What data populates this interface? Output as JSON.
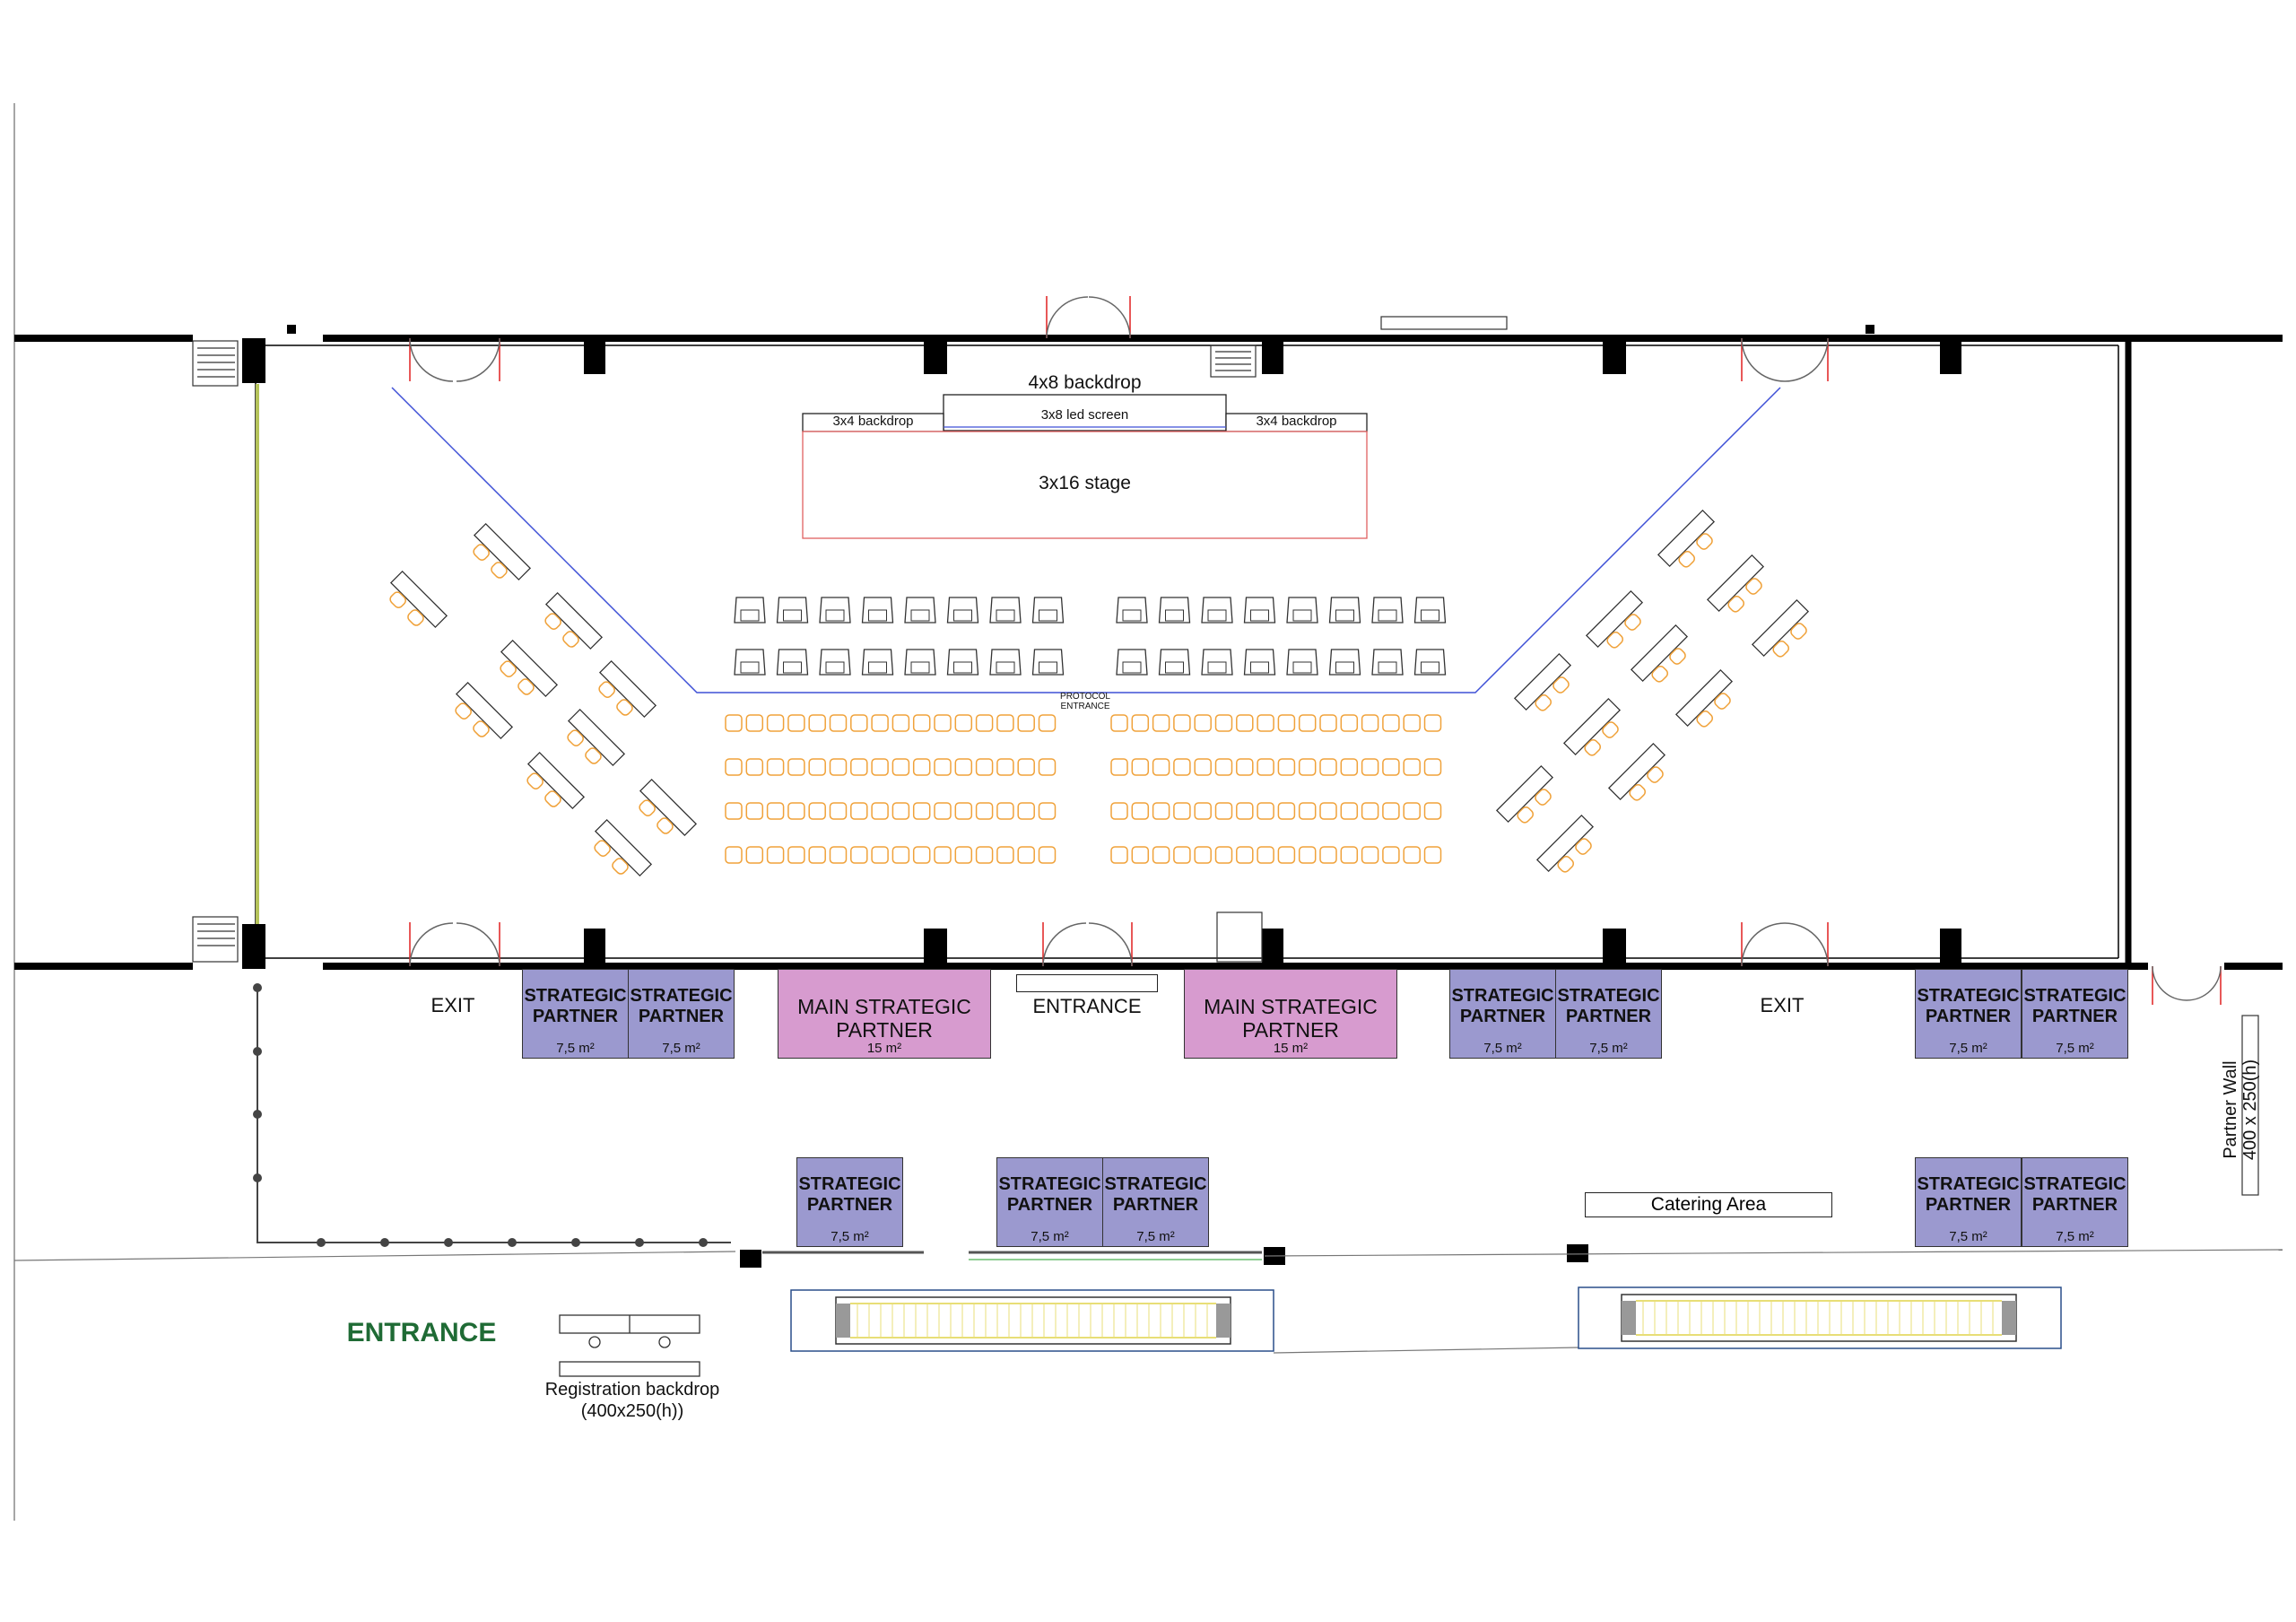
{
  "stage": {
    "backdrop_main": "4x8 backdrop",
    "led_screen": "3x8 led screen",
    "backdrop_left": "3x4 backdrop",
    "backdrop_right": "3x4 backdrop",
    "stage_label": "3x16 stage"
  },
  "protocol_entrance": "PROTOCOL\nENTRANCE",
  "labels": {
    "exit_left": "EXIT",
    "exit_right": "EXIT",
    "entrance_center": "ENTRANCE",
    "entrance_main": "ENTRANCE",
    "catering": "Catering Area",
    "registration": "Registration backdrop\n(400x250(h))",
    "partner_wall": "Partner Wall\n400 x 250(h)"
  },
  "booths": {
    "sp_title": "STRATEGIC\nPARTNER",
    "sp_size": "7,5 m²",
    "msp_title": "MAIN STRATEGIC\nPARTNER",
    "msp_size": "15 m²"
  },
  "colors": {
    "strategic_partner": "#9b99cf",
    "main_strategic_partner": "#d79bcf",
    "chair_outline": "#f0a23a",
    "entrance_text": "#1f6b35",
    "guide_line": "#3f51d6",
    "door_red": "#e02020"
  }
}
